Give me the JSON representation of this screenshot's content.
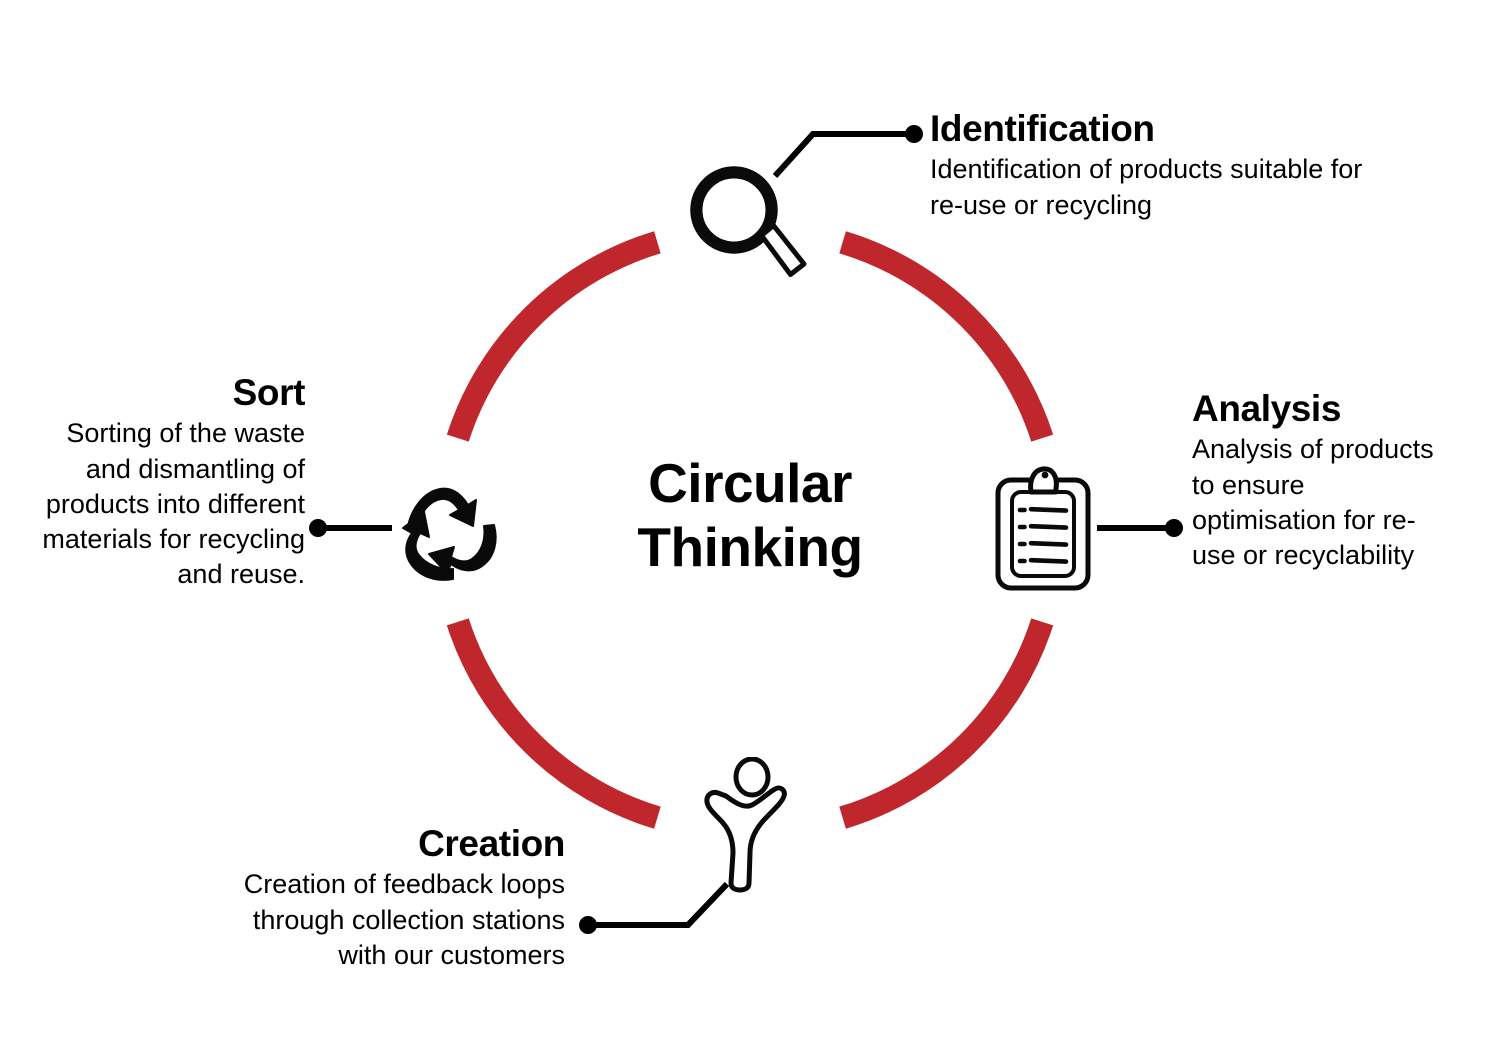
{
  "center": {
    "title_line1": "Circular",
    "title_line2": "Thinking"
  },
  "theme": {
    "ring_color": "#C0272D",
    "text_color": "#000000",
    "background": "#FFFFFF"
  },
  "steps": [
    {
      "id": "identification",
      "heading": "Identification",
      "body": "Identification of products suitable for re-use or recycling",
      "icon": "magnifying-glass-icon",
      "position": "top"
    },
    {
      "id": "analysis",
      "heading": "Analysis",
      "body": "Analysis of products to ensure optimisation for re-use or recyclability",
      "icon": "clipboard-checklist-icon",
      "position": "right"
    },
    {
      "id": "creation",
      "heading": "Creation",
      "body": "Creation of feedback loops through collection stations with our customers",
      "icon": "celebrating-person-icon",
      "position": "bottom"
    },
    {
      "id": "sort",
      "heading": "Sort",
      "body": "Sorting of the waste and dismantling of products into different materials for recycling and reuse.",
      "icon": "recycling-arrows-icon",
      "position": "left"
    }
  ],
  "chart_data": {
    "type": "diagram",
    "diagram_type": "cycle",
    "title": "Circular Thinking",
    "nodes": [
      {
        "label": "Identification",
        "description": "Identification of products suitable for re-use or recycling",
        "angle_deg": 0
      },
      {
        "label": "Analysis",
        "description": "Analysis of products to ensure optimisation for re-use or recyclability",
        "angle_deg": 90
      },
      {
        "label": "Creation",
        "description": "Creation of feedback loops through collection stations with our customers",
        "angle_deg": 180
      },
      {
        "label": "Sort",
        "description": "Sorting of the waste and dismantling of products into different materials for recycling and reuse.",
        "angle_deg": 270
      }
    ],
    "ring_color": "#C0272D",
    "segments": 4
  }
}
